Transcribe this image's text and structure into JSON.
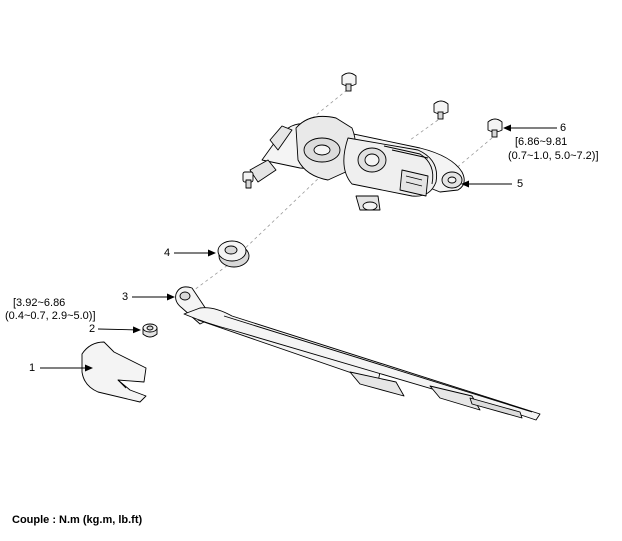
{
  "callouts": {
    "c1": "1",
    "c2": "2",
    "c3": "3",
    "c4": "4",
    "c5": "5",
    "c6": "6"
  },
  "torque": {
    "nut_line1": "[3.92~6.86",
    "nut_line2": "(0.4~0.7, 2.9~5.0)]",
    "bolt_line1": "[6.86~9.81",
    "bolt_line2": "(0.7~1.0, 5.0~7.2)]"
  },
  "footer": {
    "units": "Couple : N.m (kg.m, lb.ft)"
  },
  "colors": {
    "line": "#000000",
    "part_fill": "#f4f4f4",
    "part_shade": "#d8d8d8",
    "leader_dash": "#9a9a9a"
  }
}
